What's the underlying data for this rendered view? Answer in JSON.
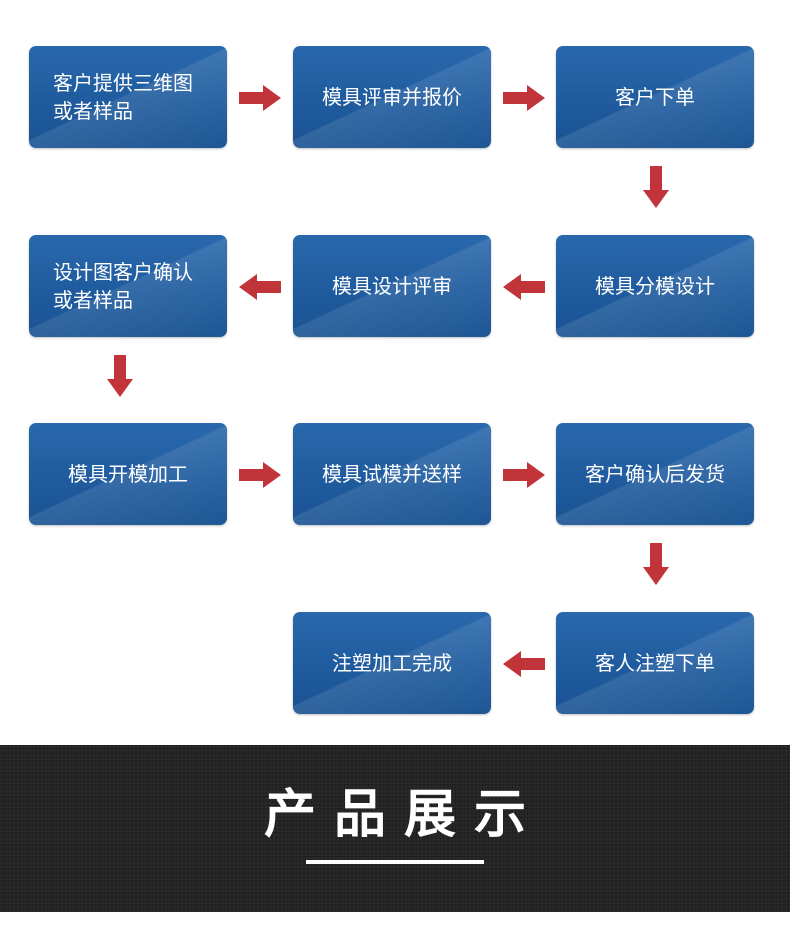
{
  "steps": [
    {
      "id": "s1",
      "label": "客户提供三维图\n或者样品"
    },
    {
      "id": "s2",
      "label": "模具评审并报价"
    },
    {
      "id": "s3",
      "label": "客户下单"
    },
    {
      "id": "s4",
      "label": "模具分模设计"
    },
    {
      "id": "s5",
      "label": "模具设计评审"
    },
    {
      "id": "s6",
      "label": "设计图客户确认\n或者样品"
    },
    {
      "id": "s7",
      "label": "模具开模加工"
    },
    {
      "id": "s8",
      "label": "模具试模并送样"
    },
    {
      "id": "s9",
      "label": "客户确认后发货"
    },
    {
      "id": "s10",
      "label": "客人注塑下单"
    },
    {
      "id": "s11",
      "label": "注塑加工完成"
    }
  ],
  "colors": {
    "box_blue": "#1f5b9e",
    "arrow_red": "#c0343a",
    "banner_dark": "#262626"
  },
  "showcase": {
    "title": "产品展示"
  }
}
